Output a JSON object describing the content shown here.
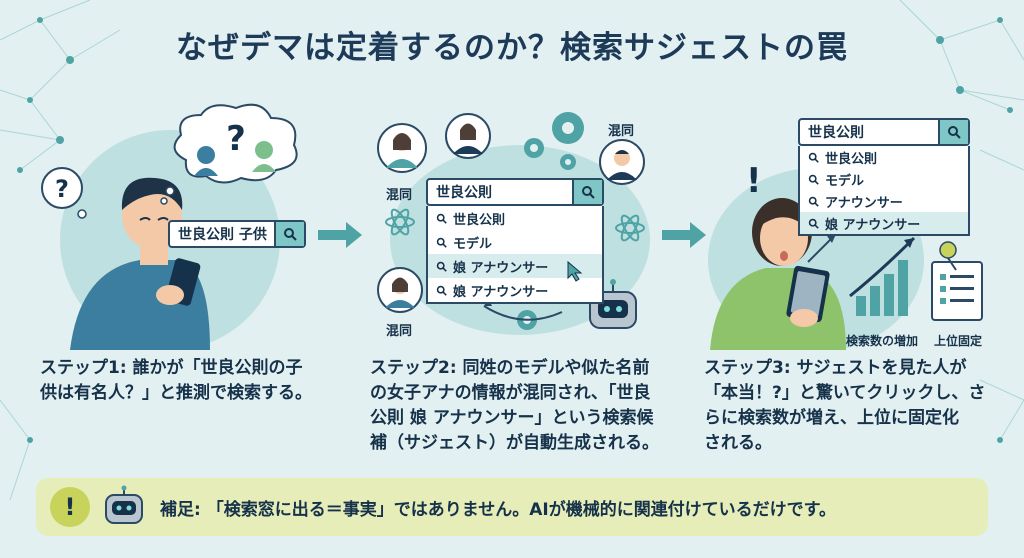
{
  "title": "なぜデマは定着するのか？検索サジェストの罠",
  "step1": {
    "search_query": "世良公則 子供",
    "text_lines": [
      "ステップ1: 誰かが「世良公則の子",
      "供は有名人？」と推測で検索する。"
    ]
  },
  "step2": {
    "search_query": "世良公則",
    "suggestions": [
      "世良公則",
      "モデル",
      "娘 アナウンサー",
      "娘 アナウンサー"
    ],
    "mix_label": "混同",
    "text_lines": [
      "ステップ2: 同姓のモデルや似た名前",
      "の女子アナの情報が混同され、「世良",
      "公則 娘 アナウンサー」という検索候",
      "補（サジェスト）が自動生成される。"
    ]
  },
  "step3": {
    "search_query": "世良公則",
    "suggestions": [
      "世良公則",
      "モデル",
      "アナウンサー",
      "娘 アナウンサー"
    ],
    "growth_label": "検索数の増加",
    "pin_label": "上位固定",
    "text_lines": [
      "ステップ3: サジェストを見た人が",
      "「本当！?」と驚いてクリックし、さ",
      "らに検索数が増え、上位に固定化",
      "される。"
    ]
  },
  "note": {
    "icon": "!",
    "text": "補足: 「検索窓に出る＝事実」ではありません。AIが機械的に関連付けているだけです。"
  },
  "colors": {
    "background": "#e3f0f1",
    "teal": "#4fa3a5",
    "navy": "#1d3a59",
    "note_bg": "#e6edb8"
  }
}
